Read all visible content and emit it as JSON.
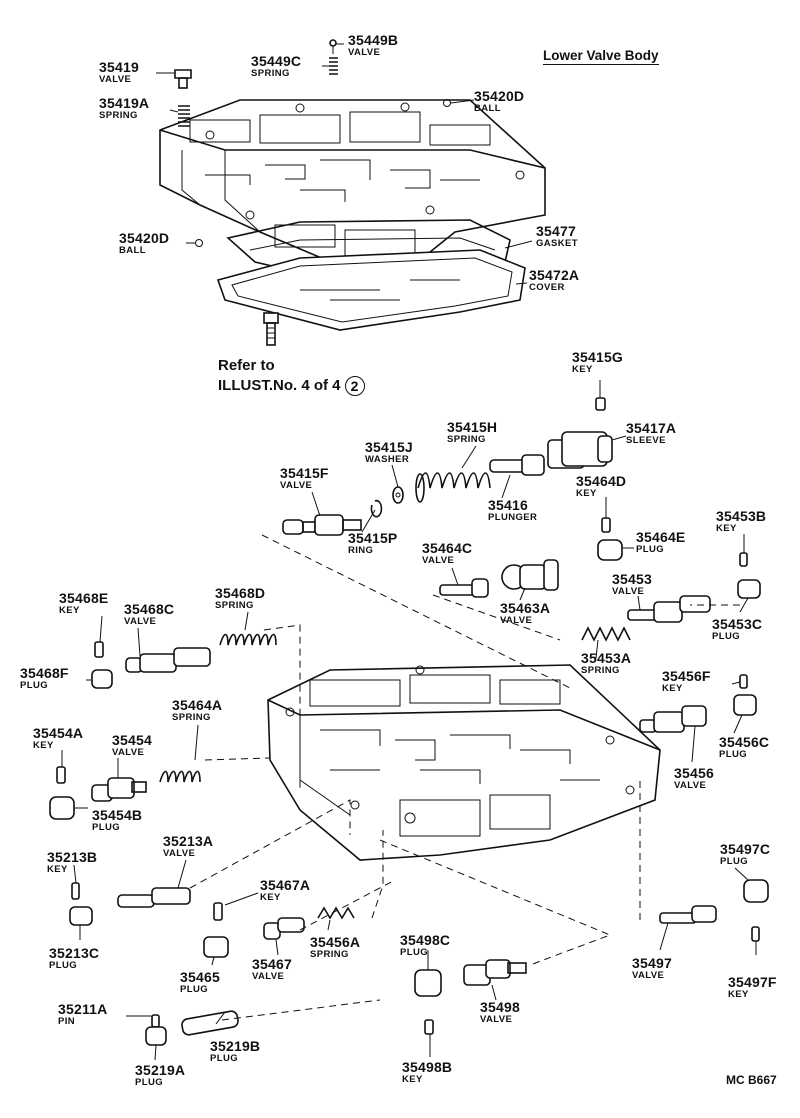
{
  "title": "Lower Valve Body",
  "refer": {
    "line1": "Refer to",
    "line2": "ILLUST.No. 4 of 4",
    "circled": "2"
  },
  "diagram_code": "MC  B667",
  "parts": [
    {
      "id": "35419",
      "number": "35419",
      "desc": "VALVE"
    },
    {
      "id": "35419A",
      "number": "35419A",
      "desc": "SPRING"
    },
    {
      "id": "35449B",
      "number": "35449B",
      "desc": "VALVE"
    },
    {
      "id": "35449C",
      "number": "35449C",
      "desc": "SPRING"
    },
    {
      "id": "35420D-top",
      "number": "35420D",
      "desc": "BALL"
    },
    {
      "id": "35420D-left",
      "number": "35420D",
      "desc": "BALL"
    },
    {
      "id": "35477",
      "number": "35477",
      "desc": "GASKET"
    },
    {
      "id": "35472A",
      "number": "35472A",
      "desc": "COVER"
    },
    {
      "id": "35415G",
      "number": "35415G",
      "desc": "KEY"
    },
    {
      "id": "35415H",
      "number": "35415H",
      "desc": "SPRING"
    },
    {
      "id": "35417A",
      "number": "35417A",
      "desc": "SLEEVE"
    },
    {
      "id": "35415J",
      "number": "35415J",
      "desc": "WASHER"
    },
    {
      "id": "35415F",
      "number": "35415F",
      "desc": "VALVE"
    },
    {
      "id": "35416",
      "number": "35416",
      "desc": "PLUNGER"
    },
    {
      "id": "35415P",
      "number": "35415P",
      "desc": "RING"
    },
    {
      "id": "35464D",
      "number": "35464D",
      "desc": "KEY"
    },
    {
      "id": "35464E",
      "number": "35464E",
      "desc": "PLUG"
    },
    {
      "id": "35453B",
      "number": "35453B",
      "desc": "KEY"
    },
    {
      "id": "35464C",
      "number": "35464C",
      "desc": "VALVE"
    },
    {
      "id": "35463A",
      "number": "35463A",
      "desc": "VALVE"
    },
    {
      "id": "35453",
      "number": "35453",
      "desc": "VALVE"
    },
    {
      "id": "35453C",
      "number": "35453C",
      "desc": "PLUG"
    },
    {
      "id": "35453A",
      "number": "35453A",
      "desc": "SPRING"
    },
    {
      "id": "35468E",
      "number": "35468E",
      "desc": "KEY"
    },
    {
      "id": "35468C",
      "number": "35468C",
      "desc": "VALVE"
    },
    {
      "id": "35468D",
      "number": "35468D",
      "desc": "SPRING"
    },
    {
      "id": "35468F",
      "number": "35468F",
      "desc": "PLUG"
    },
    {
      "id": "35456F",
      "number": "35456F",
      "desc": "KEY"
    },
    {
      "id": "35456C",
      "number": "35456C",
      "desc": "PLUG"
    },
    {
      "id": "35456",
      "number": "35456",
      "desc": "VALVE"
    },
    {
      "id": "35464A",
      "number": "35464A",
      "desc": "SPRING"
    },
    {
      "id": "35454A",
      "number": "35454A",
      "desc": "KEY"
    },
    {
      "id": "35454",
      "number": "35454",
      "desc": "VALVE"
    },
    {
      "id": "35454B",
      "number": "35454B",
      "desc": "PLUG"
    },
    {
      "id": "35213B",
      "number": "35213B",
      "desc": "KEY"
    },
    {
      "id": "35213A",
      "number": "35213A",
      "desc": "VALVE"
    },
    {
      "id": "35213C",
      "number": "35213C",
      "desc": "PLUG"
    },
    {
      "id": "35497C",
      "number": "35497C",
      "desc": "PLUG"
    },
    {
      "id": "35467A",
      "number": "35467A",
      "desc": "KEY"
    },
    {
      "id": "35465",
      "number": "35465",
      "desc": "PLUG"
    },
    {
      "id": "35467",
      "number": "35467",
      "desc": "VALVE"
    },
    {
      "id": "35456A",
      "number": "35456A",
      "desc": "SPRING"
    },
    {
      "id": "35498C",
      "number": "35498C",
      "desc": "PLUG"
    },
    {
      "id": "35497",
      "number": "35497",
      "desc": "VALVE"
    },
    {
      "id": "35497F",
      "number": "35497F",
      "desc": "KEY"
    },
    {
      "id": "35498",
      "number": "35498",
      "desc": "VALVE"
    },
    {
      "id": "35211A",
      "number": "35211A",
      "desc": "PIN"
    },
    {
      "id": "35219B",
      "number": "35219B",
      "desc": "PLUG"
    },
    {
      "id": "35219A",
      "number": "35219A",
      "desc": "PLUG"
    },
    {
      "id": "35498B",
      "number": "35498B",
      "desc": "KEY"
    }
  ]
}
